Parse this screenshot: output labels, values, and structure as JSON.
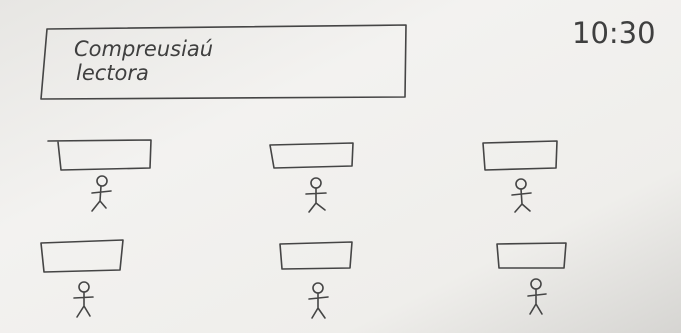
{
  "title_box": {
    "line1": "Compreusiaú",
    "line2": "lectora"
  },
  "clock": {
    "time": "10:30"
  },
  "colors": {
    "paper_light": "#f1f0ee",
    "paper_shadow": "#d9d8d5",
    "ink": "#404040"
  },
  "stations": [
    {
      "label": "desk-with-student-1"
    },
    {
      "label": "desk-with-student-2"
    },
    {
      "label": "desk-with-student-3"
    },
    {
      "label": "desk-with-student-4"
    },
    {
      "label": "desk-with-student-5"
    },
    {
      "label": "desk-with-student-6"
    }
  ]
}
